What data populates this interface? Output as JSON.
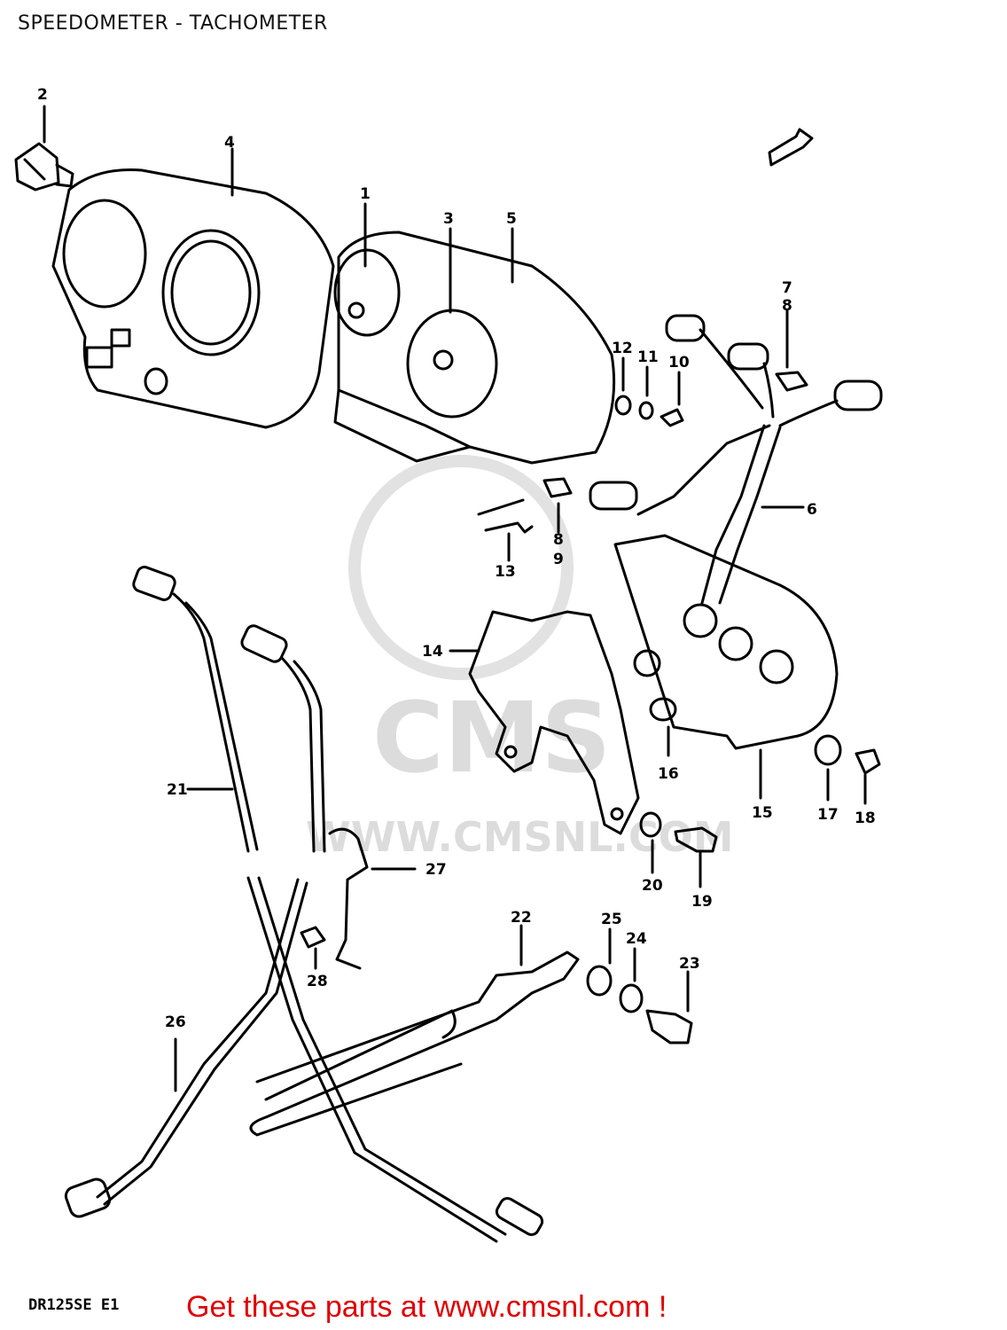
{
  "title": "SPEEDOMETER - TACHOMETER",
  "watermark": {
    "logo_text": "CMS",
    "url": "WWW.CMSNL.COM"
  },
  "part_labels": [
    "1",
    "2",
    "3",
    "4",
    "5",
    "6",
    "7",
    "8",
    "9",
    "8",
    "9",
    "10",
    "11",
    "12",
    "13",
    "14",
    "15",
    "16",
    "17",
    "18",
    "19",
    "20",
    "21",
    "22",
    "23",
    "24",
    "25",
    "26",
    "27",
    "28"
  ],
  "model_code": "DR125SE E1",
  "cta_text": "Get these parts at www.cmsnl.com !",
  "colors": {
    "cta": "#e00000",
    "ink": "#000000",
    "watermark": "#dcdcdc"
  }
}
